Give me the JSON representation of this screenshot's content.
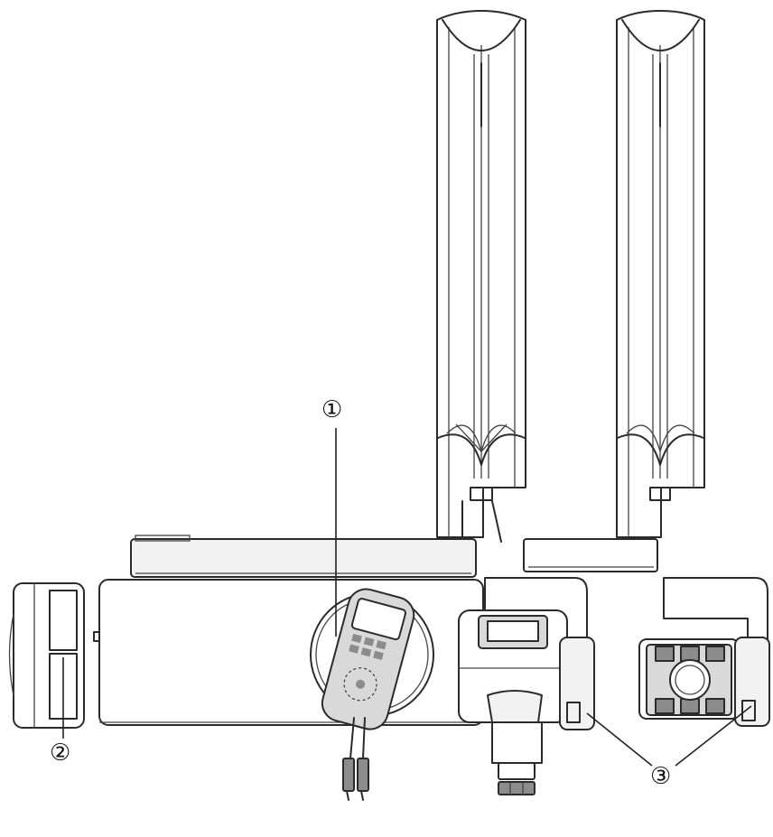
{
  "callouts": {
    "c1": "①",
    "c2": "②",
    "c3": "③"
  },
  "colors": {
    "line": "#2b2b2b",
    "background": "#ffffff",
    "shade": "#d9d9d9"
  }
}
